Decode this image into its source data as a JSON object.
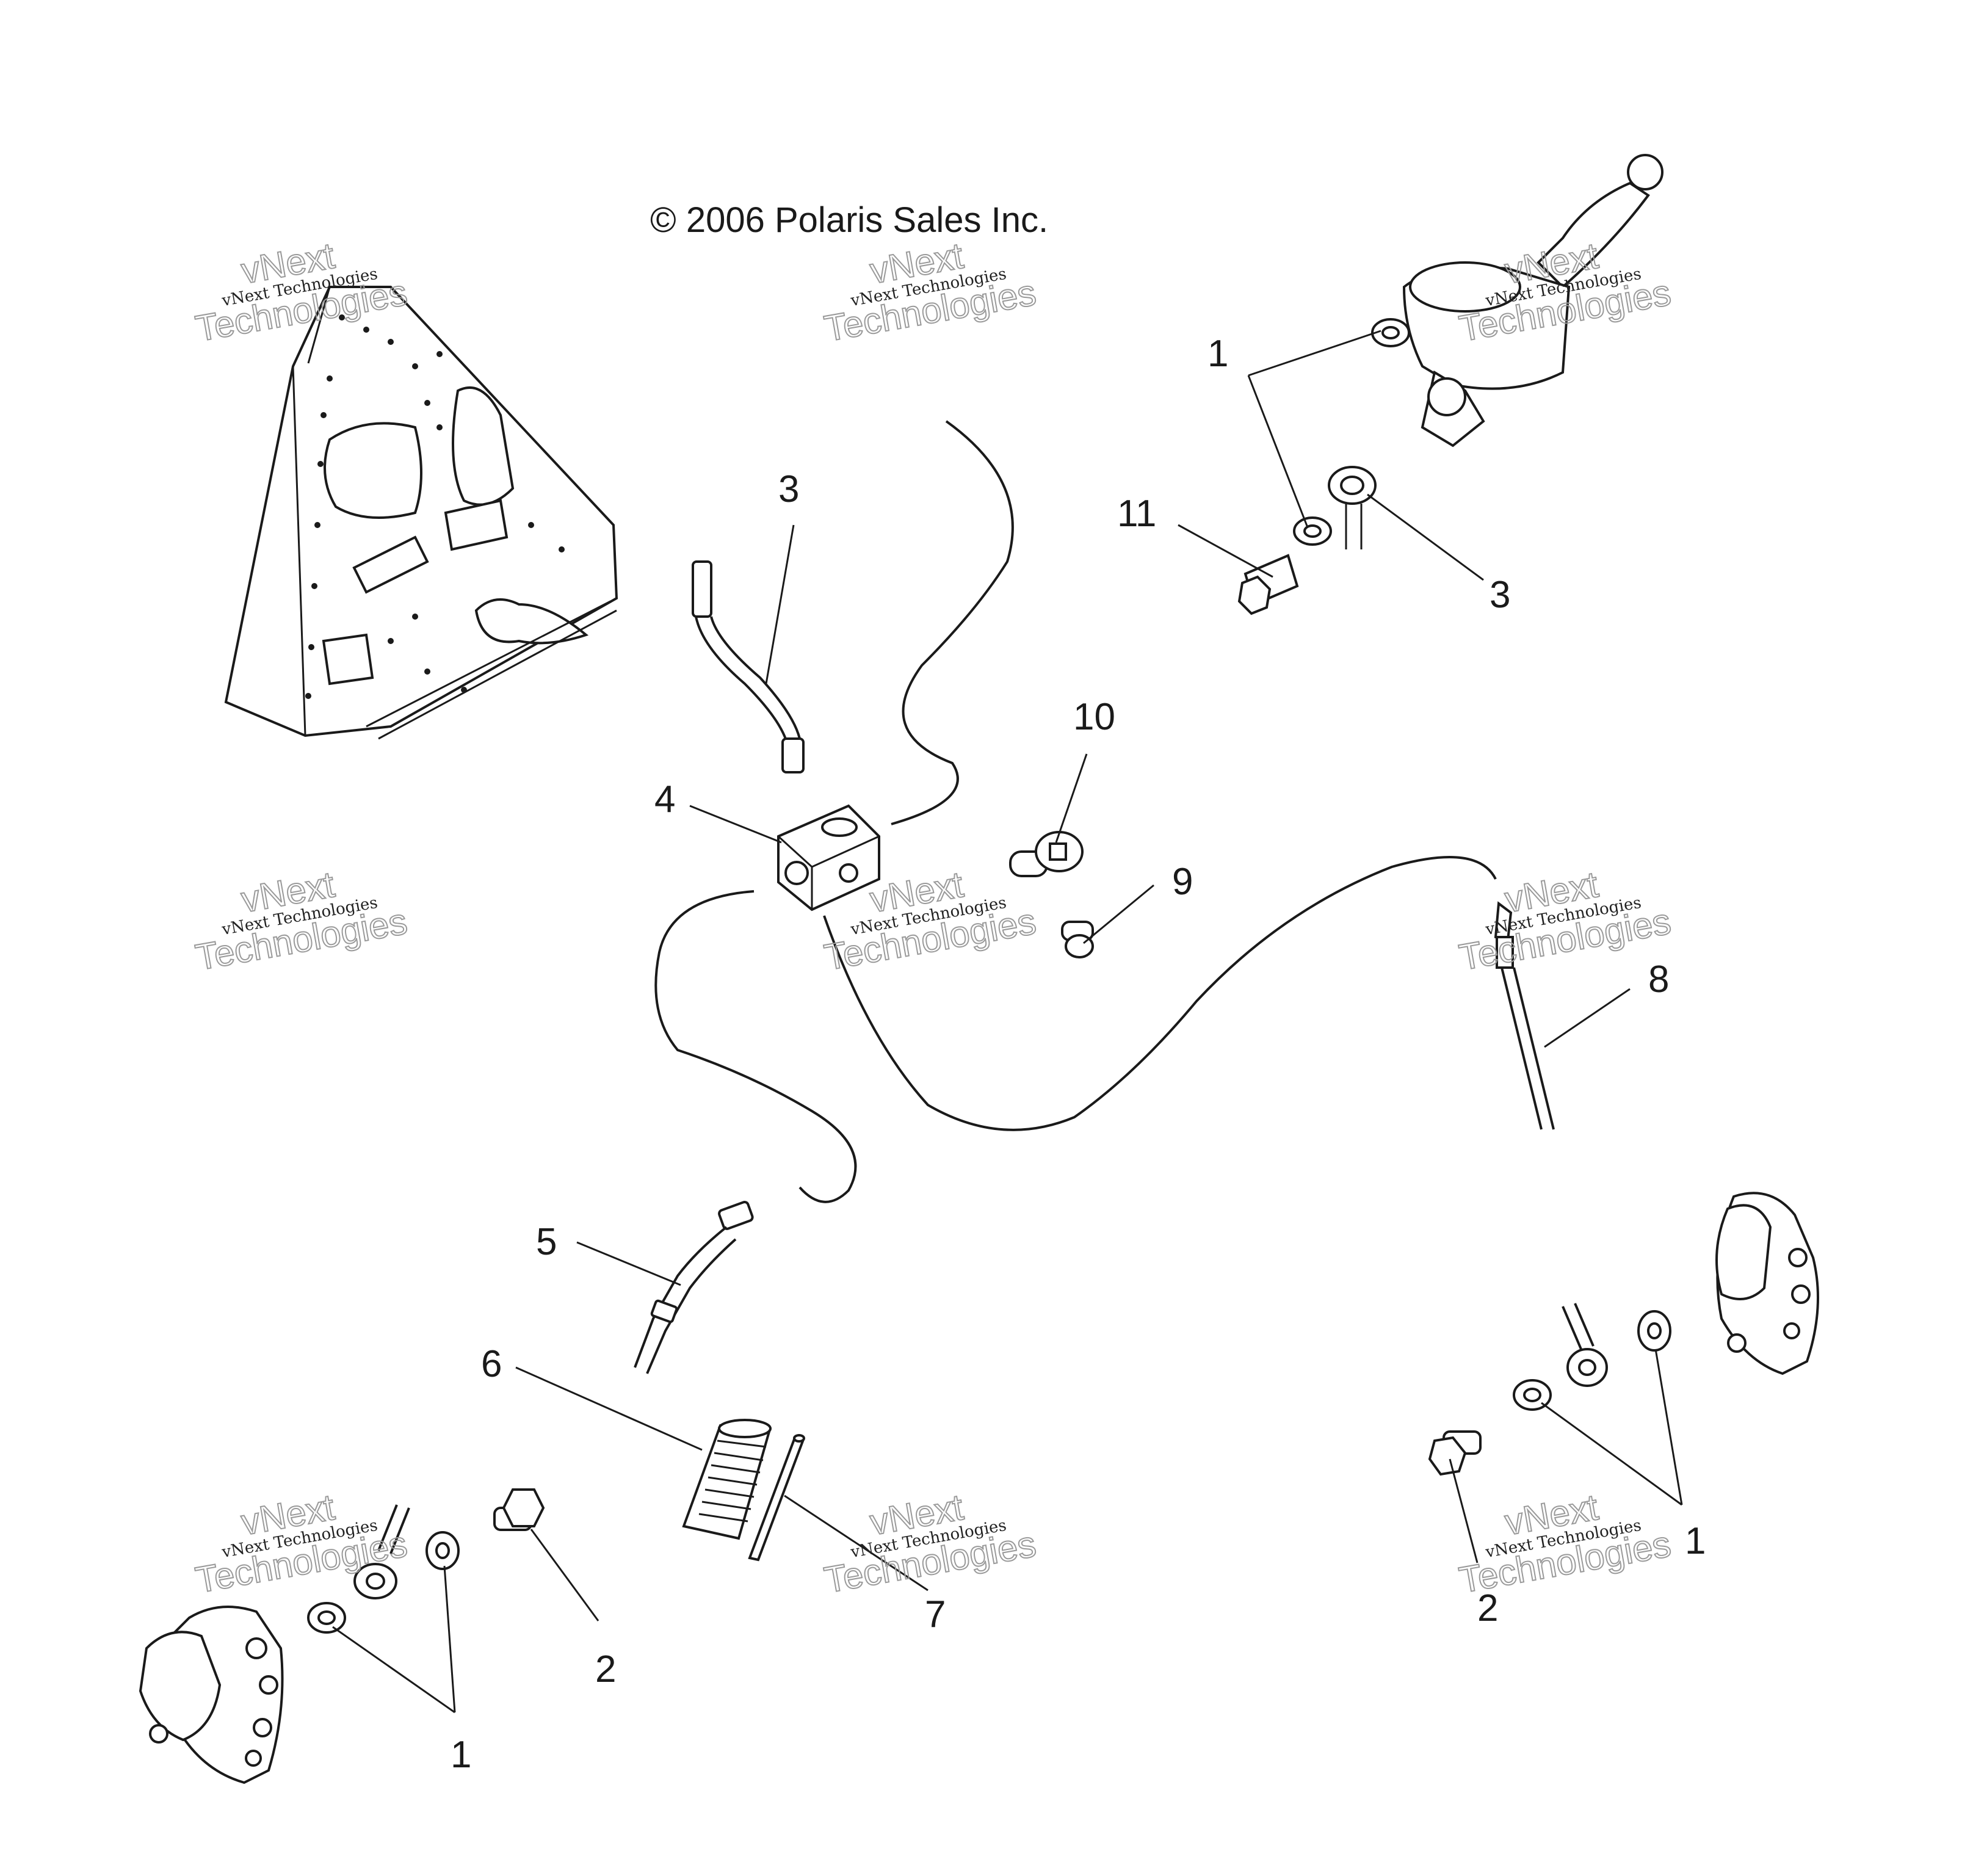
{
  "copyright": "© 2006 Polaris Sales Inc.",
  "watermark": {
    "small": "vNext Technologies",
    "big_line1": "vNext",
    "big_line2": "Technologies"
  },
  "callouts": {
    "c1_top": "1",
    "c11": "11",
    "c3_right": "3",
    "c3_left": "3",
    "c10": "10",
    "c4": "4",
    "c9": "9",
    "c8": "8",
    "c5": "5",
    "c6": "6",
    "c7": "7",
    "c2_left": "2",
    "c1_left": "1",
    "c1_right": "1",
    "c2_right": "2"
  }
}
